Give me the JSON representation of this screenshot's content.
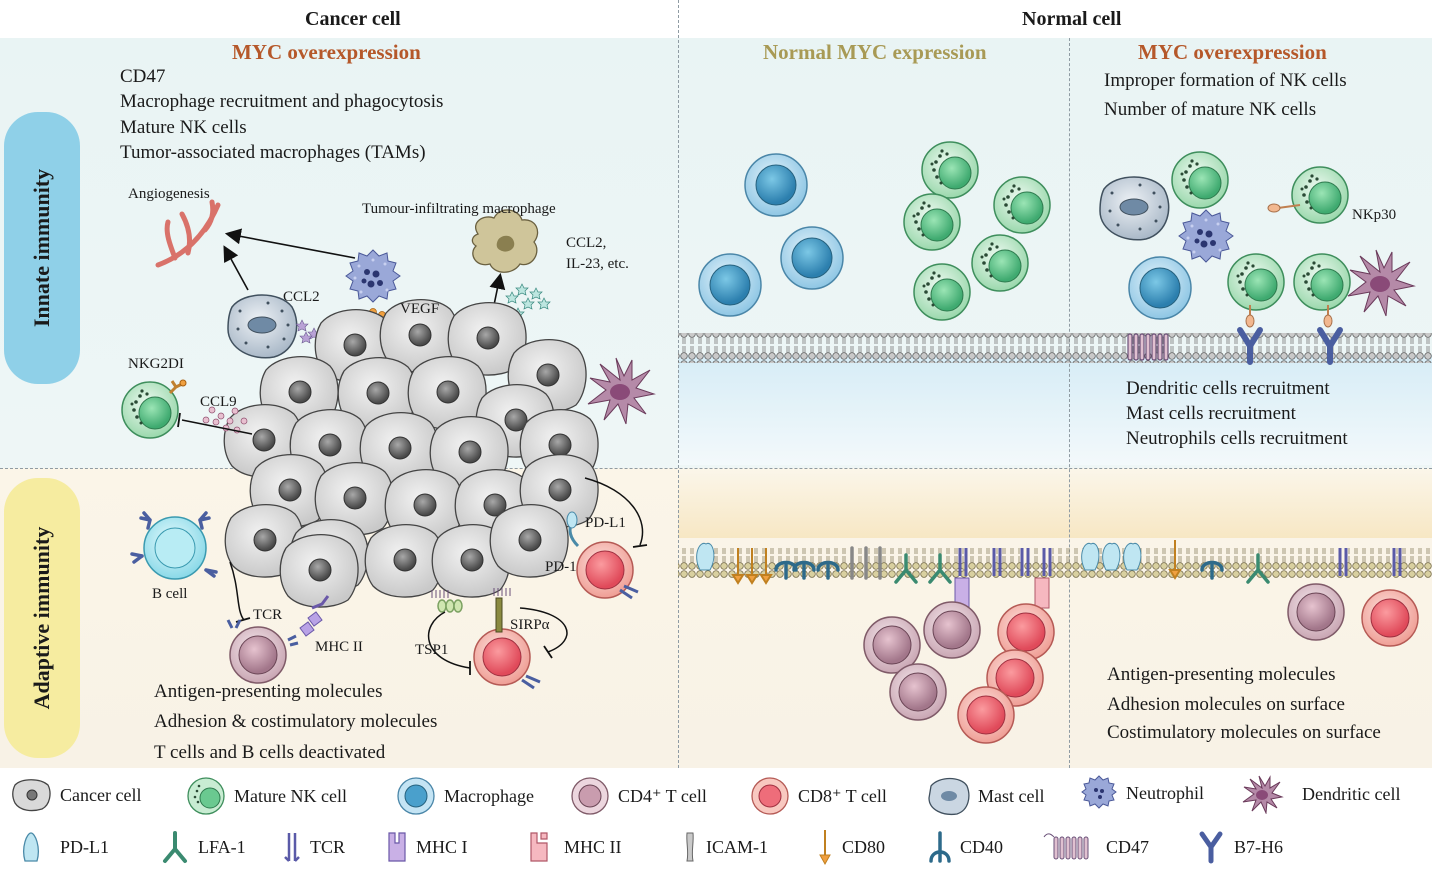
{
  "headers": {
    "cancel_cell": "Cancer cell",
    "normal_cell": "Normal cell"
  },
  "side_labels": {
    "innate": "Innate immunity",
    "adaptive": "Adaptive immunity"
  },
  "cancer_panel": {
    "subheader": "MYC overexpression",
    "innate_list": [
      "CD47",
      "Macrophage recruitment and phagocytosis",
      "Mature NK cells",
      "Tumor-associated macrophages (TAMs)"
    ],
    "adaptive_list": [
      "Antigen-presenting molecules",
      "Adhesion & costimulatory molecules",
      "T cells and B cells deactivated"
    ],
    "labels": {
      "angiogenesis": "Angiogenesis",
      "tumour_macrophage": "Tumour-infiltrating macrophage",
      "ccl2_il23_line1": "CCL2,",
      "ccl2_il23_line2": "IL-23, etc.",
      "ccl2": "CCL2",
      "vegf": "VEGF",
      "nkg2di": "NKG2DI",
      "ccl9": "CCL9",
      "pdl1": "PD-L1",
      "pd1": "PD-1",
      "b_cell": "B cell",
      "tcr": "TCR",
      "mhc2": "MHC II",
      "tsp1": "TSP1",
      "sirpa": "SIRPα"
    }
  },
  "normal_panel": {
    "normal_subheader": "Normal MYC expression",
    "over_subheader": "MYC overexpression",
    "over_innate_list": [
      "Improper formation of NK cells",
      "Number of mature NK cells"
    ],
    "nkp30": "NKp30",
    "recruit_list": [
      "Dendritic cells recruitment",
      "Mast cells recruitment",
      "Neutrophils cells recruitment"
    ],
    "adaptive_list": [
      "Antigen-presenting molecules",
      "Adhesion molecules on surface",
      "Costimulatory molecules on surface"
    ]
  },
  "colors": {
    "myc_over": "#b5582a",
    "myc_normal": "#a89a55",
    "innate_pill": "#8fd0e8",
    "adaptive_pill": "#f6eca0"
  },
  "legend": {
    "row1": [
      {
        "icon": "cancer-cell-icon",
        "label": "Cancer cell"
      },
      {
        "icon": "mature-nk-cell-icon",
        "label": "Mature NK cell"
      },
      {
        "icon": "macrophage-icon",
        "label": "Macrophage"
      },
      {
        "icon": "cd4-t-cell-icon",
        "label": "CD4⁺ T cell"
      },
      {
        "icon": "cd8-t-cell-icon",
        "label": "CD8⁺ T cell"
      },
      {
        "icon": "mast-cell-icon",
        "label": "Mast cell"
      },
      {
        "icon": "neutrophil-icon",
        "label": "Neutrophil"
      },
      {
        "icon": "dendritic-cell-icon",
        "label": "Dendritic cell"
      }
    ],
    "row2": [
      {
        "icon": "pd-l1-icon",
        "label": "PD-L1"
      },
      {
        "icon": "lfa-1-icon",
        "label": "LFA-1"
      },
      {
        "icon": "tcr-icon",
        "label": "TCR"
      },
      {
        "icon": "mhc-i-icon",
        "label": "MHC I"
      },
      {
        "icon": "mhc-ii-icon",
        "label": "MHC II"
      },
      {
        "icon": "icam-1-icon",
        "label": "ICAM-1"
      },
      {
        "icon": "cd80-icon",
        "label": "CD80"
      },
      {
        "icon": "cd40-icon",
        "label": "CD40"
      },
      {
        "icon": "cd47-icon",
        "label": "CD47"
      },
      {
        "icon": "b7-h6-icon",
        "label": "B7-H6"
      }
    ]
  }
}
